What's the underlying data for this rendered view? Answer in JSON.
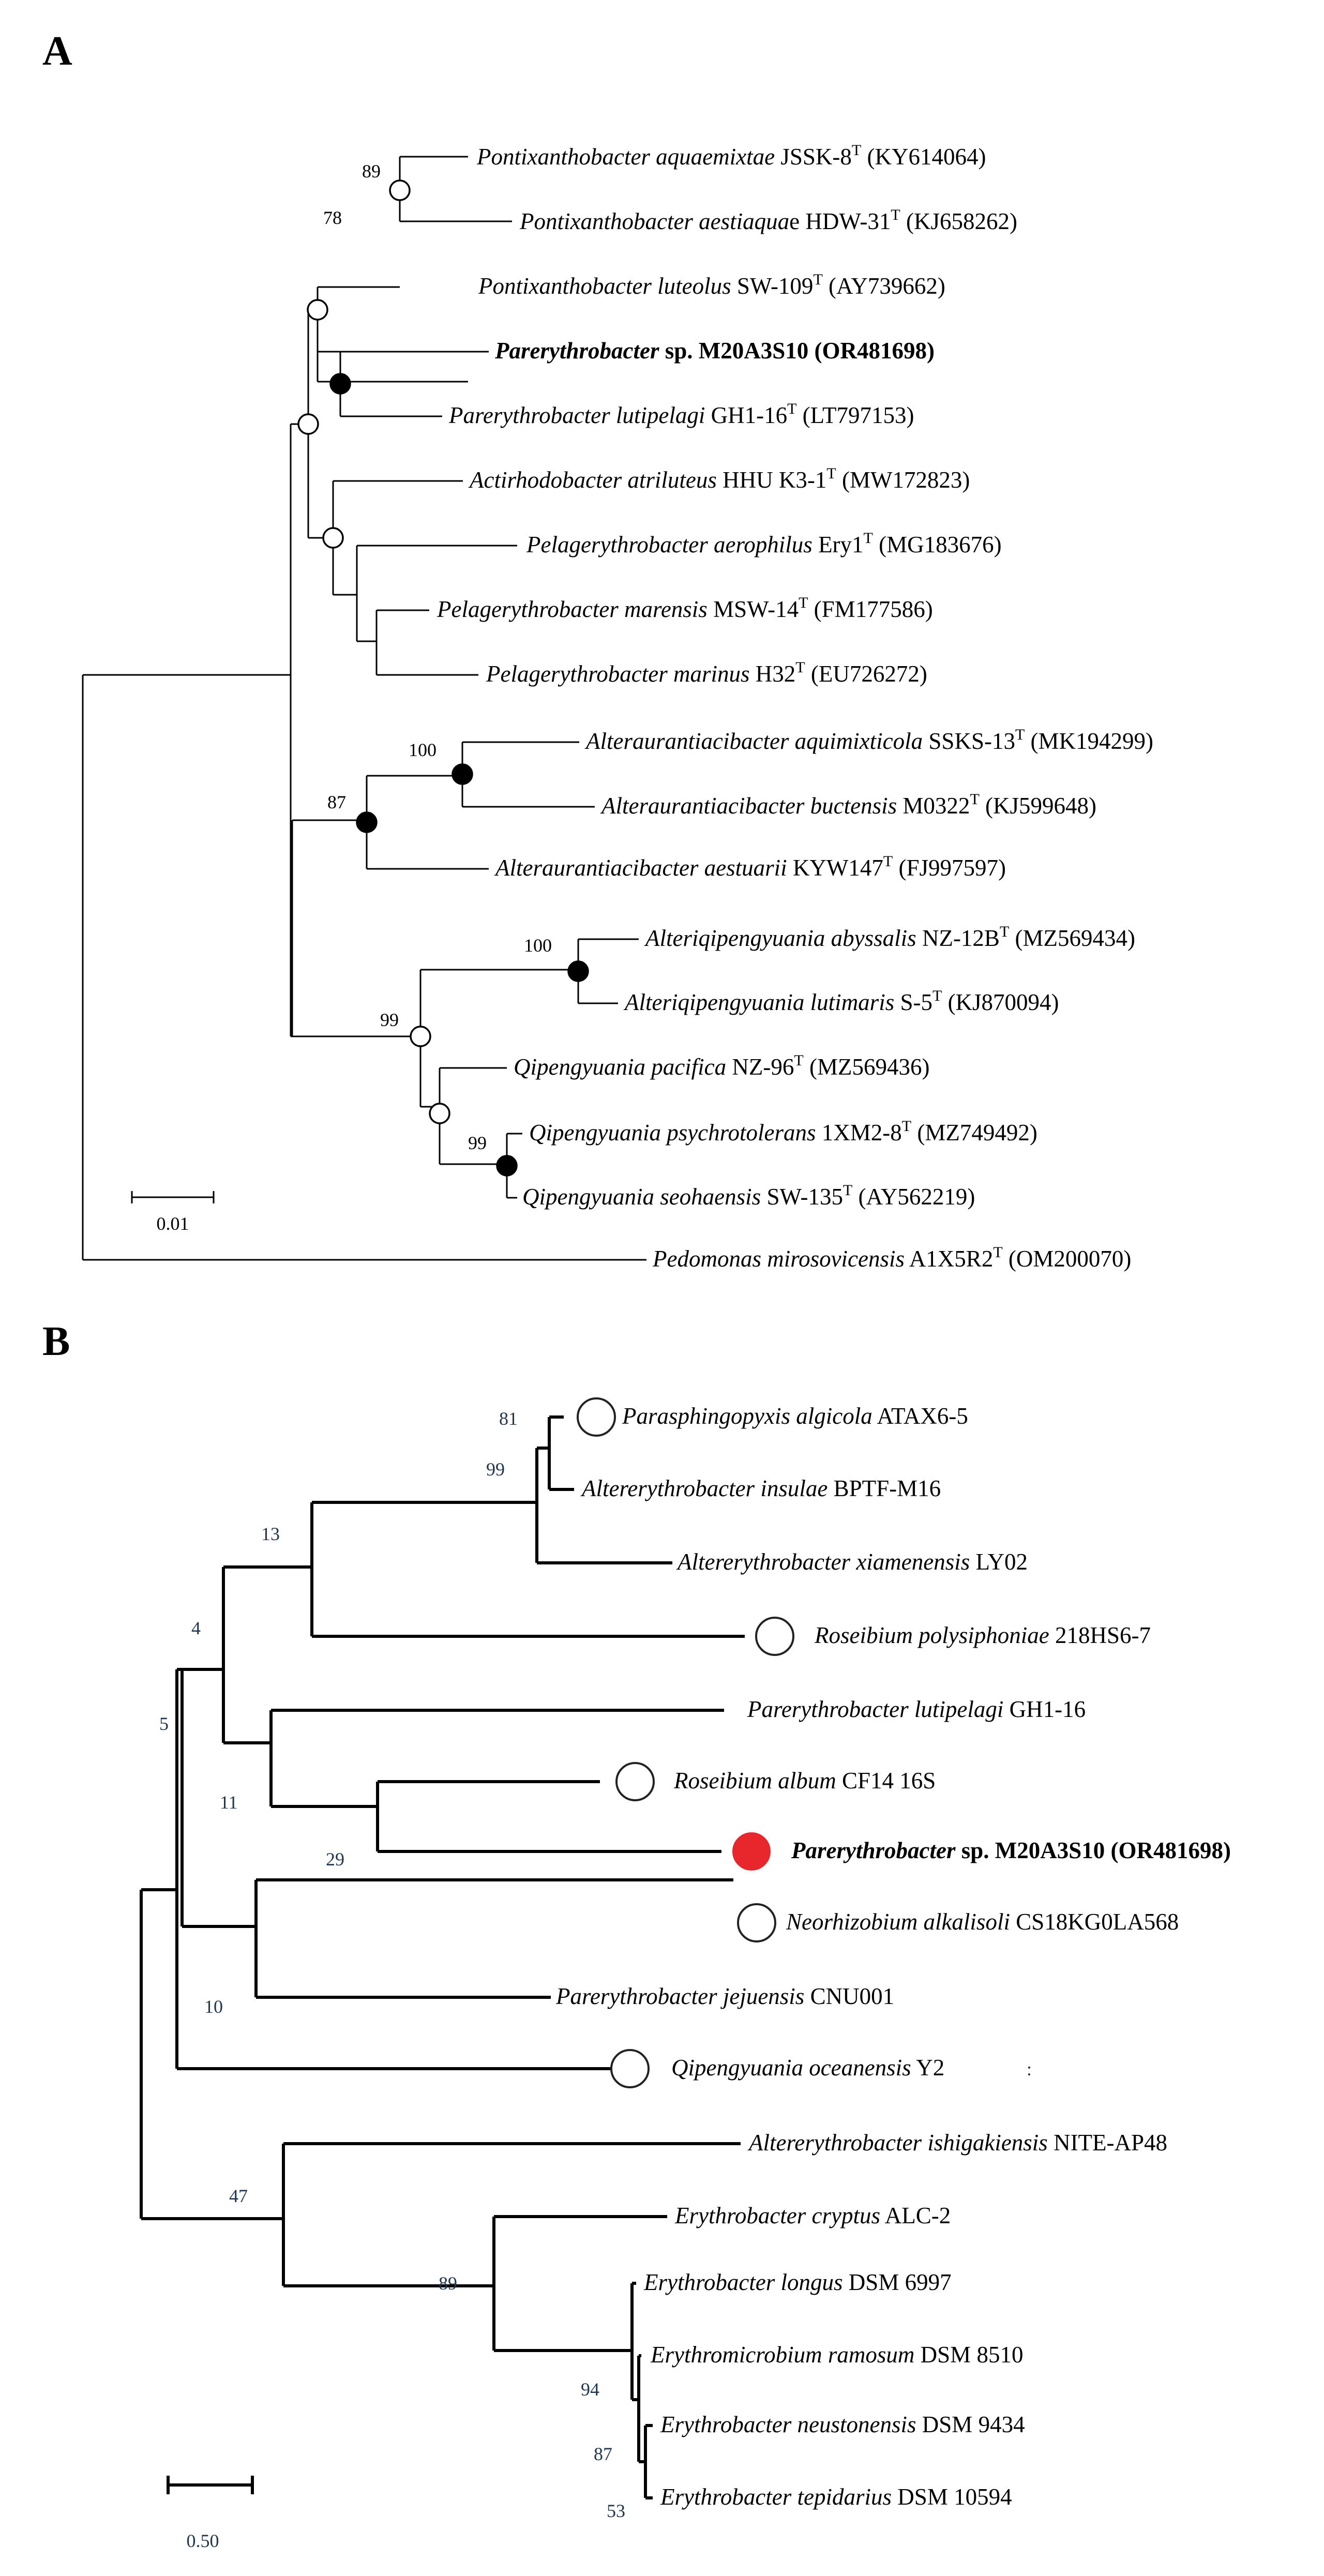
{
  "panel_a": {
    "letter": "A",
    "leaves": [
      {
        "genus_species": "Pontixanthobacter aquaemixtae",
        "strain": "JSSK-8",
        "sup": "T",
        "accession": "(KY614064)"
      },
      {
        "genus_species": "Pontixanthobacter aestiaqua",
        "suffix_plain": "e",
        "strain": "HDW-31",
        "sup": "T",
        "accession": "(KJ658262)"
      },
      {
        "genus_species": "Pontixanthobacter luteolus",
        "strain": "SW-109",
        "sup": "T",
        "accession": "(AY739662)"
      },
      {
        "genus_species": "Parerythrobacter",
        "strain": "sp. M20A3S10",
        "sup": "",
        "accession": "(OR481698)",
        "bold": true
      },
      {
        "genus_species": "Parerythrobacter lutipelagi",
        "strain": "GH1-16",
        "sup": "T",
        "accession": "(LT797153)"
      },
      {
        "genus_species": "Actirhodobacter atriluteus",
        "strain": "HHU K3-1",
        "sup": "T",
        "accession": "(MW172823)"
      },
      {
        "genus_species": "Pelagerythrobacter aerophilus",
        "strain": "Ery1",
        "sup": "T",
        "accession": "(MG183676)"
      },
      {
        "genus_species": "Pelagerythrobacter marensis",
        "strain": "MSW-14",
        "sup": "T",
        "accession": "(FM177586)"
      },
      {
        "genus_species": "Pelagerythrobacter marinus",
        "strain": "H32",
        "sup": "T",
        "accession": "(EU726272)"
      },
      {
        "genus_species": "Alteraurantiacibacter aquimixticola",
        "strain": "SSKS-13",
        "sup": "T",
        "accession": "(MK194299)"
      },
      {
        "genus_species": "Alteraurantiacibacter buctensis",
        "strain": "M0322",
        "sup": "T",
        "accession": "(KJ599648)"
      },
      {
        "genus_species": "Alteraurantiacibacter aestuarii",
        "strain": "KYW147",
        "sup": "T",
        "accession": "(FJ997597)"
      },
      {
        "genus_species": "Alteriqipengyuania abyssalis",
        "strain": "NZ-12B",
        "sup": "T",
        "accession": "(MZ569434)"
      },
      {
        "genus_species": "Alteriqipengyuania lutimaris",
        "strain": "S-5",
        "sup": "T",
        "accession": "(KJ870094)"
      },
      {
        "genus_species": "Qipengyuania pacifica",
        "strain": "NZ-96",
        "sup": "T",
        "accession": "(MZ569436)"
      },
      {
        "genus_species": "Qipengyuania psychrotolerans",
        "strain": "1XM2-8",
        "sup": "T",
        "accession": "(MZ749492)"
      },
      {
        "genus_species": "Qipengyuania seohaensis",
        "strain": "SW-135",
        "sup": "T",
        "accession": "(AY562219)"
      },
      {
        "genus_species": "Pedomonas mirosovicensis",
        "strain": "A1X5R2",
        "sup": "T",
        "accession": "(OM200070)"
      }
    ],
    "bootstrap": [
      "89",
      "78",
      "100",
      "87",
      "100",
      "99",
      "99"
    ],
    "scale_label": "0.01"
  },
  "panel_b": {
    "letter": "B",
    "leaves": [
      {
        "genus_species": "Parasphingopyxis algicola",
        "strain": "ATAX6-5"
      },
      {
        "genus_species": "Altererythrobacter insulae",
        "strain": "BPTF-M16"
      },
      {
        "genus_species": "Altererythrobacter xiamenensis",
        "strain": "LY02"
      },
      {
        "genus_species": "Roseibium polysiphoniae",
        "strain": "218HS6-7"
      },
      {
        "genus_species": "Parerythrobacter lutipelagi",
        "strain": "GH1-16"
      },
      {
        "genus_species": "Roseibium album",
        "strain": "CF14 16S"
      },
      {
        "genus_species": "Parerythrobacter",
        "strain": "sp. M20A3S10 (OR481698)",
        "bold": true
      },
      {
        "genus_species": "Neorhizobium alkalisoli",
        "strain": "CS18KG0LA568"
      },
      {
        "genus_species": "Parerythrobacter jejuensis",
        "strain": "CNU001"
      },
      {
        "genus_species": "Qipengyuania oceanensis",
        "strain": "Y2"
      },
      {
        "genus_species": "Altererythrobacter ishigakiensis",
        "strain": "NITE-AP48"
      },
      {
        "genus_species": "Erythrobacter cryptus",
        "strain": "ALC-2"
      },
      {
        "genus_species": "Erythrobacter longus",
        "strain": "DSM 6997"
      },
      {
        "genus_species": "Erythromicrobium ramosum",
        "strain": "DSM 8510"
      },
      {
        "genus_species": "Erythrobacter neustonensis",
        "strain": "DSM 9434"
      },
      {
        "genus_species": "Erythrobacter tepidarius",
        "strain": "DSM 10594"
      }
    ],
    "bootstrap": [
      "81",
      "99",
      "13",
      "4",
      "5",
      "11",
      "29",
      "10",
      "47",
      "89",
      "94",
      "87",
      "53"
    ],
    "scale_label": "0.50",
    "stray_mark": ":"
  },
  "colors": {
    "highlight_marker": "#e8272c",
    "bootstrap_b": "#1f3550"
  }
}
